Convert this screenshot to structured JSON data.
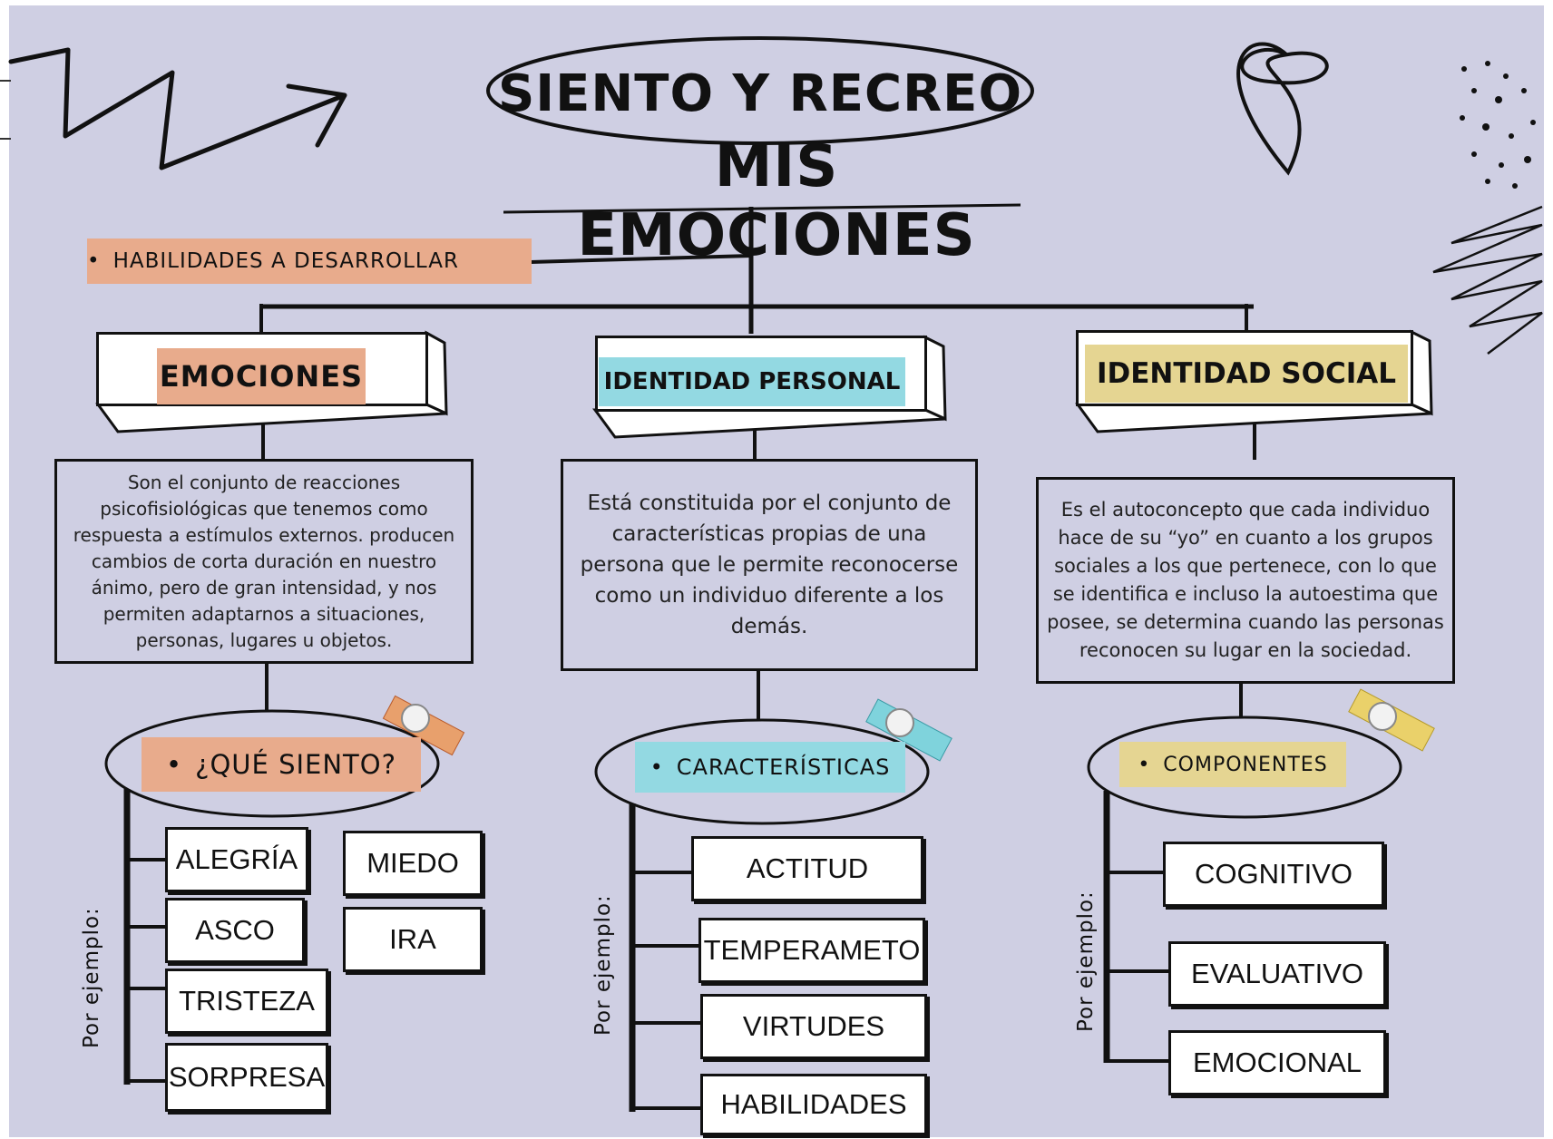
{
  "title": {
    "line1": "SIENTO Y RECREO",
    "line2": "MIS EMOCIONES"
  },
  "skills_label": "HABILIDADES A DESARROLLAR",
  "example_label": "Por ejemplo:",
  "colors": {
    "background": "#cfcfe3",
    "emociones": "#e8ab8c",
    "identidad_personal": "#93d9e2",
    "identidad_social": "#e5d592"
  },
  "columns": [
    {
      "heading": "EMOCIONES",
      "description": "Son el conjunto de reacciones psicofisiológicas que tenemos como respuesta a estímulos externos. producen cambios de corta duración en nuestro ánimo, pero de gran intensidad, y nos permiten adaptarnos a situaciones, personas, lugares u objetos.",
      "question": "¿QUÉ SIENTO?",
      "examples": [
        "ALEGRÍA",
        "ASCO",
        "TRISTEZA",
        "SORPRESA",
        "MIEDO",
        "IRA"
      ]
    },
    {
      "heading": "IDENTIDAD PERSONAL",
      "description": "Está constituida por el conjunto de características propias de una persona que le permite reconocerse como un individuo diferente a los demás.",
      "question": "CARACTERÍSTICAS",
      "examples": [
        "ACTITUD",
        "TEMPERAMETO",
        "VIRTUDES",
        "HABILIDADES"
      ]
    },
    {
      "heading": "IDENTIDAD SOCIAL",
      "description": "Es el autoconcepto que cada individuo hace de su “yo” en cuanto a los grupos sociales a los que pertenece, con lo que se identifica e incluso la autoestima que posee, se determina cuando las personas reconocen su lugar en la sociedad.",
      "question": "COMPONENTES",
      "examples": [
        "COGNITIVO",
        "EVALUATIVO",
        "EMOCIONAL"
      ]
    }
  ]
}
